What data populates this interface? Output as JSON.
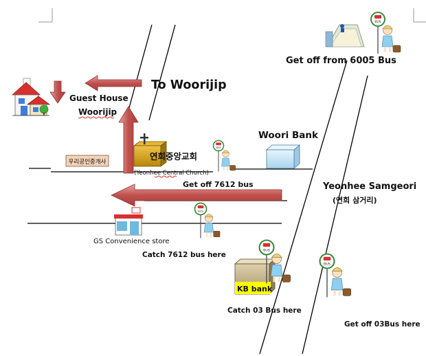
{
  "map": {
    "to_woorijip": "To Woorijip",
    "guest_house_line1": "Guest House",
    "guest_house_line2": "Woorijip",
    "realtor_sign": "우리공인중개사",
    "church_korean": "연희중앙교회",
    "church_english": "(Yeonhee Central Church)",
    "woori_bank": "Woori Bank",
    "get_off_6005": "Get off from 6005 Bus",
    "get_off_7612": "Get off 7612 bus",
    "intersection_english": "Yeonhee Samgeori",
    "intersection_korean": "(연희 삼거리)",
    "gs_store": "GS Convenience store",
    "catch_7612": "Catch 7612 bus here",
    "kb_bank": "KB bank",
    "catch_03": "Catch 03 Bus here",
    "get_off_03": "Get off 03Bus here",
    "bus_sign": "BUS"
  },
  "colors": {
    "arrow": "#c0504d",
    "arrow_highlight": "#e8a6a4",
    "road": "#000000",
    "church_box": "#d4a017",
    "woori_box": "#cfe8f7",
    "kb_box": "#c8b890",
    "kb_highlight": "#ffff00",
    "realtor_box": "#f5d3b8"
  }
}
